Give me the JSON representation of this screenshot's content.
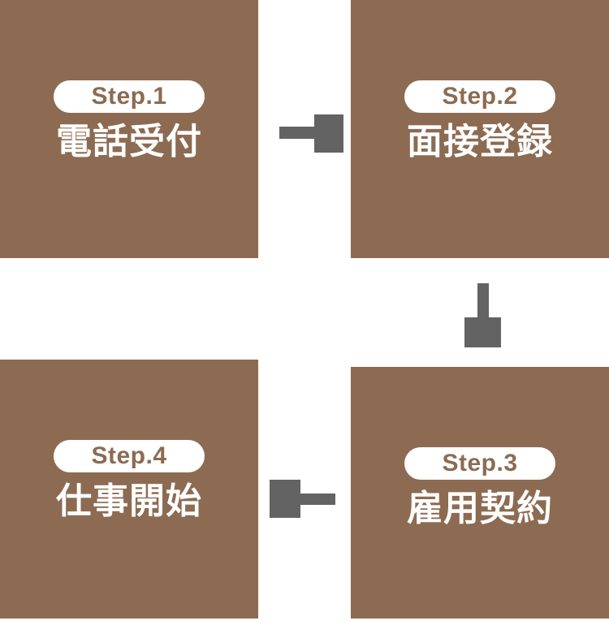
{
  "diagram": {
    "background": "#ffffff",
    "colors": {
      "card": "#8C6B52",
      "arrow": "#636363",
      "badge_background": "#ffffff",
      "badge_text": "#8C6B52",
      "title_text": "#ffffff"
    },
    "steps": [
      {
        "badge": "Step.1",
        "title": "電話受付"
      },
      {
        "badge": "Step.2",
        "title": "面接登録"
      },
      {
        "badge": "Step.3",
        "title": "雇用契約"
      },
      {
        "badge": "Step.4",
        "title": "仕事開始"
      }
    ],
    "arrows": [
      {
        "name": "step1-to-step2",
        "direction": "right"
      },
      {
        "name": "step2-to-step3",
        "direction": "down"
      },
      {
        "name": "step3-to-step4",
        "direction": "left"
      }
    ]
  }
}
